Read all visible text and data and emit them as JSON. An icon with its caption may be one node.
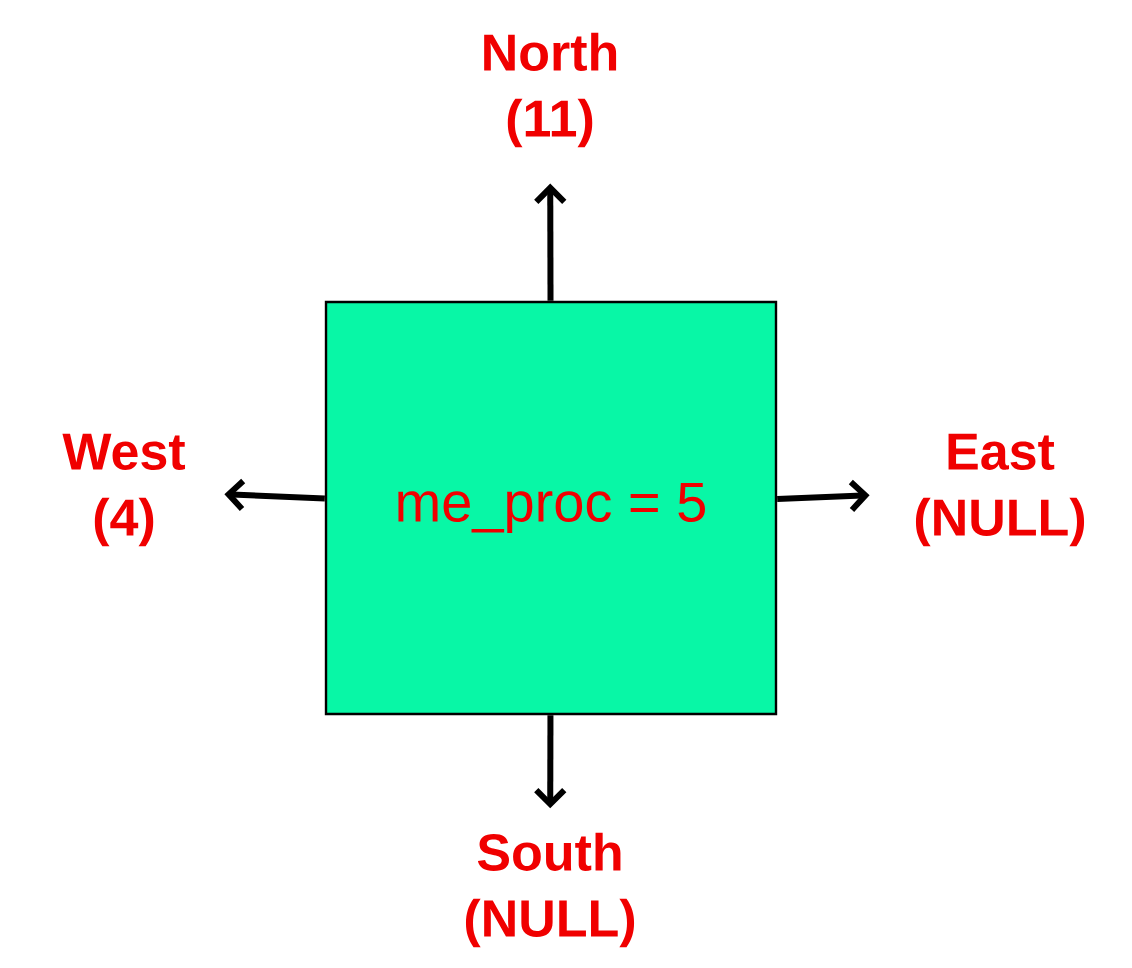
{
  "diagram": {
    "nodes": [
      {
        "text": [
          "me_proc = 5"
        ]
      },
      {
        "text": [
          "North (11)"
        ]
      },
      {
        "text": [
          "West (4)"
        ]
      },
      {
        "text": [
          "East (NULL)"
        ]
      },
      {
        "text": [
          "South (NULL)"
        ]
      }
    ],
    "edges": [
      {
        "from": 0,
        "to": 1,
        "arrow": "to"
      },
      {
        "from": 0,
        "to": 2,
        "arrow": "to"
      },
      {
        "from": 0,
        "to": 3,
        "arrow": "to"
      },
      {
        "from": 0,
        "to": 4,
        "arrow": "to"
      }
    ]
  }
}
